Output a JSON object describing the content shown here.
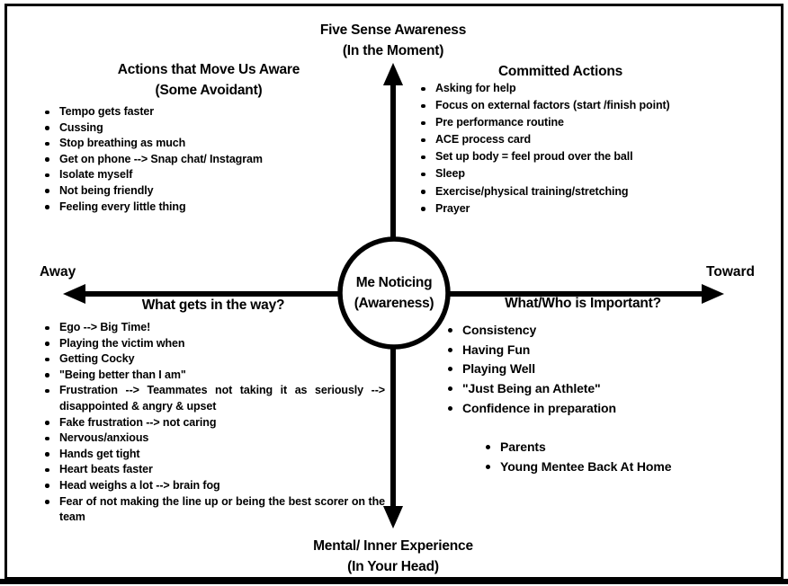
{
  "colors": {
    "ink": "#000000",
    "paper": "#ffffff"
  },
  "axis_titles": {
    "top_line1": "Five Sense Awareness",
    "top_line2": "(In the Moment)",
    "bottom_line1": "Mental/ Inner Experience",
    "bottom_line2": "(In Your Head)",
    "left": "Away",
    "right": "Toward",
    "horizontal_left_label": "What gets in the way?",
    "horizontal_right_label": "What/Who is Important?"
  },
  "center_circle": {
    "line1": "Me Noticing",
    "line2": "(Awareness)"
  },
  "quadrants": {
    "top_left": {
      "heading_line1": "Actions that Move Us Aware",
      "heading_line2": "(Some Avoidant)",
      "items": [
        "Tempo gets faster",
        "Cussing",
        "Stop breathing as much",
        "Get on phone --> Snap chat/ Instagram",
        "Isolate myself",
        "Not being friendly",
        "Feeling every little thing"
      ]
    },
    "top_right": {
      "heading": "Committed Actions",
      "items": [
        "Asking for help",
        "Focus on external factors (start /finish point)",
        "Pre performance routine",
        "ACE process card",
        "Set up body = feel proud over the ball",
        "Sleep",
        "Exercise/physical training/stretching",
        "Prayer"
      ]
    },
    "bottom_left": {
      "items": [
        "Ego --> Big Time!",
        "Playing the victim when",
        "Getting Cocky",
        "\"Being better than I am\"",
        "Frustration --> Teammates not taking it as seriously --> disappointed & angry & upset",
        "Fake frustration --> not caring",
        "Nervous/anxious",
        "Hands get tight",
        "Heart beats faster",
        "Head weighs a lot --> brain fog",
        "Fear of not making the line up or being the best scorer on the team"
      ]
    },
    "bottom_right": {
      "items": [
        "Consistency",
        "Having Fun",
        "Playing Well",
        "\"Just Being an Athlete\"",
        "Confidence in preparation"
      ],
      "sub_items": [
        "Parents",
        "Young Mentee Back At Home"
      ]
    }
  }
}
